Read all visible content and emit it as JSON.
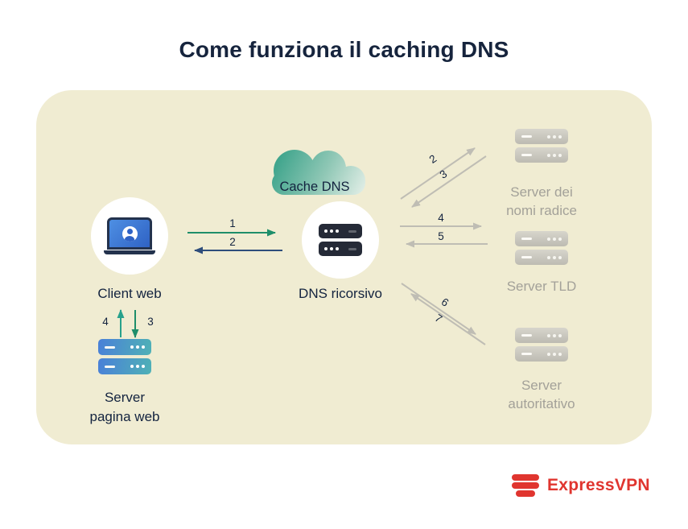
{
  "title": "Come funziona il caching DNS",
  "nodes": {
    "cache": {
      "label": "Cache DNS"
    },
    "client": {
      "label": "Client web"
    },
    "dns": {
      "label": "DNS ricorsivo"
    },
    "root": {
      "line1": "Server dei",
      "line2": "nomi radice"
    },
    "tld": {
      "label": "Server TLD"
    },
    "auth": {
      "line1": "Server",
      "line2": "autoritativo"
    },
    "web": {
      "line1": "Server",
      "line2": "pagina web"
    }
  },
  "steps": {
    "client_to_dns": "1",
    "dns_to_client": "2",
    "dns_to_root": "2",
    "root_to_dns": "3",
    "dns_to_tld": "4",
    "tld_to_dns": "5",
    "dns_to_auth": "6",
    "auth_to_dns": "7",
    "client_to_web": "3",
    "web_to_client": "4"
  },
  "branding": {
    "name": "ExpressVPN"
  },
  "colors": {
    "title_text": "#16243d",
    "panel_bg": "#f0ecd2",
    "arrow_green": "#1e8e6a",
    "arrow_navy": "#2e4d7b",
    "arrow_teal": "#27a18c",
    "arrow_gray": "#bfbdb4",
    "muted_label": "#a3a199",
    "brand_red": "#e0352f",
    "cloud_teal": "#2b9c82"
  }
}
